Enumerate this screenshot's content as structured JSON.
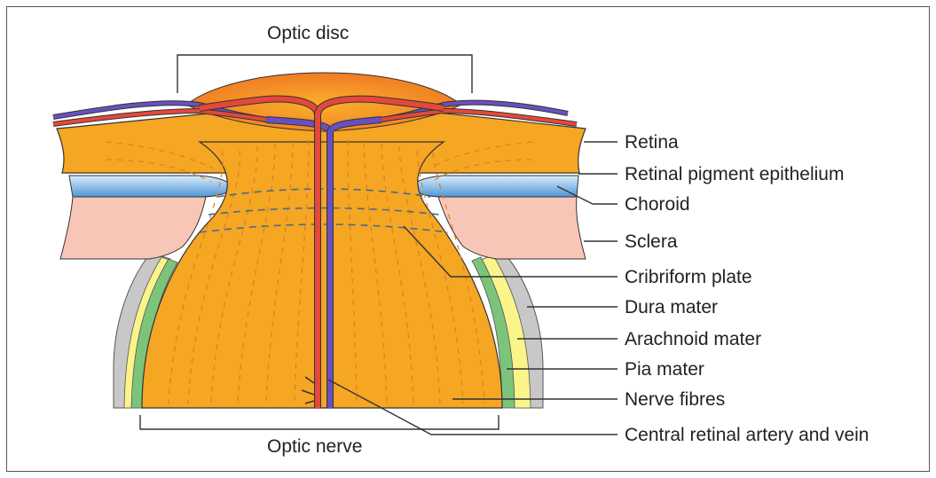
{
  "diagram": {
    "top_label": "Optic disc",
    "bottom_label": "Optic nerve",
    "labels": [
      "Retina",
      "Retinal pigment epithelium",
      "Choroid",
      "Sclera",
      "Cribriform plate",
      "Dura mater",
      "Arachnoid mater",
      "Pia mater",
      "Nerve fibres",
      "Central retinal artery and vein"
    ]
  },
  "colors": {
    "tissue_orange": "#f5a623",
    "disc_orange": "#f07c1e",
    "artery_red": "#e3483a",
    "vein_blue": "#6a4fc0",
    "choroid_blue": "#7fb6e6",
    "sclera_pink": "#f7c6b7",
    "dura_grey": "#c8c8c8",
    "arachnoid_yellow": "#fbf48a",
    "pia_green": "#7dc47b"
  }
}
